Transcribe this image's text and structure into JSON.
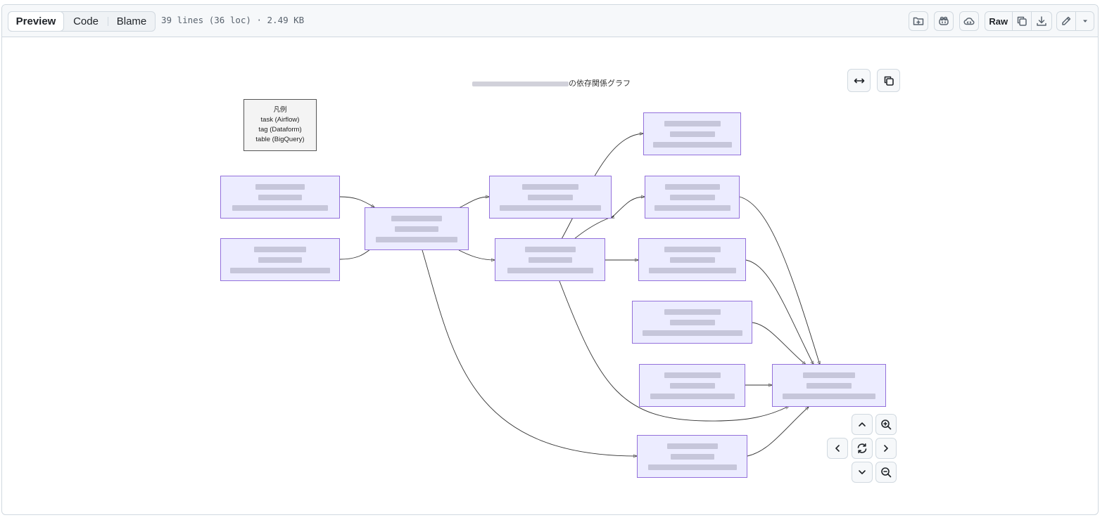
{
  "toolbar": {
    "tabs": [
      {
        "label": "Preview",
        "active": true
      },
      {
        "label": "Code",
        "active": false
      },
      {
        "label": "Blame",
        "active": false
      }
    ],
    "file_info": "39 lines (36 loc) · 2.49 KB",
    "raw_label": "Raw",
    "icons": [
      "add-file-icon",
      "copilot-icon",
      "codespaces-icon",
      "copy-icon",
      "download-icon",
      "pencil-icon",
      "triangle-down-icon"
    ]
  },
  "diagram": {
    "title_suffix": "の依存関係グラフ",
    "legend": {
      "title": "凡例",
      "items": [
        "task (Airflow)",
        "tag (Dataform)",
        "table (BigQuery)"
      ]
    },
    "node_fill": "#ececff",
    "node_stroke": "#9370db",
    "controls": [
      "pan-up-icon",
      "zoom-in-icon",
      "pan-left-icon",
      "reset-icon",
      "pan-right-icon",
      "pan-down-icon",
      "zoom-out-icon"
    ],
    "view_buttons": [
      "expand-icon",
      "copy-icon"
    ]
  }
}
